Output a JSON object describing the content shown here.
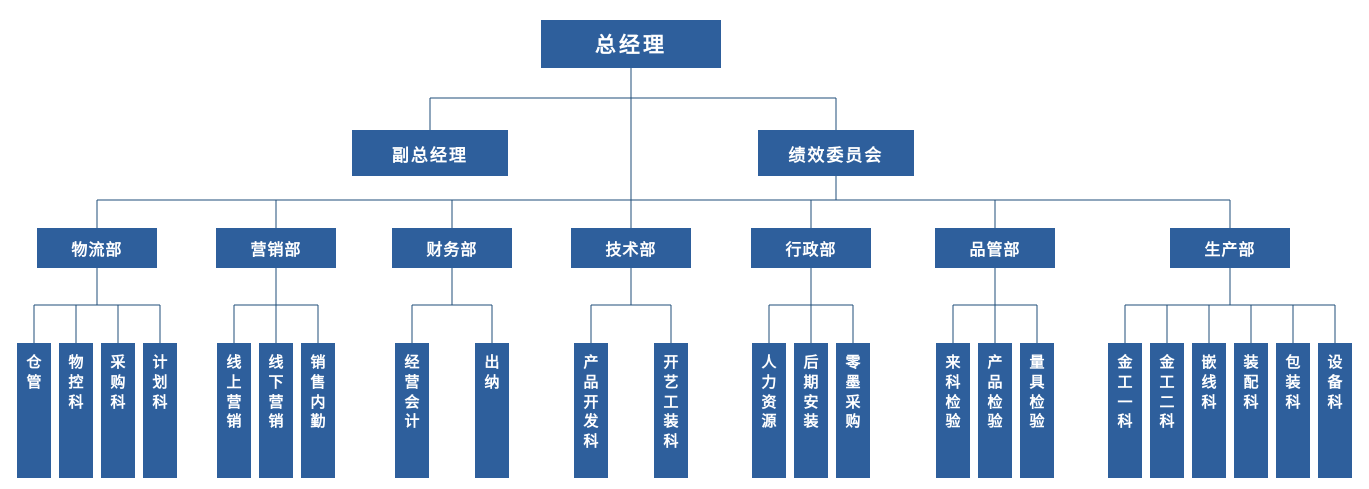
{
  "colors": {
    "node-fill": "#2e5f9c",
    "node-text": "#ffffff",
    "connector": "#1f4e79",
    "background": "#ffffff"
  },
  "org": {
    "root": {
      "label": "总经理"
    },
    "level2": [
      {
        "label": "副总经理"
      },
      {
        "label": "绩效委员会"
      }
    ],
    "departments": [
      {
        "label": "物流部",
        "children": [
          "仓管",
          "物控科",
          "采购科",
          "计划科"
        ]
      },
      {
        "label": "营销部",
        "children": [
          "线上营销",
          "线下营销",
          "销售内勤"
        ]
      },
      {
        "label": "财务部",
        "children": [
          "经营会计",
          "出纳"
        ]
      },
      {
        "label": "技术部",
        "children": [
          "产品开发科",
          "开艺工装科"
        ]
      },
      {
        "label": "行政部",
        "children": [
          "人力资源",
          "后期安装",
          "零墨采购"
        ]
      },
      {
        "label": "品管部",
        "children": [
          "来科检验",
          "产品检验",
          "量具检验"
        ]
      },
      {
        "label": "生产部",
        "children": [
          "金工一科",
          "金工二科",
          "嵌线科",
          "装配科",
          "包装科",
          "设备科"
        ]
      }
    ]
  }
}
